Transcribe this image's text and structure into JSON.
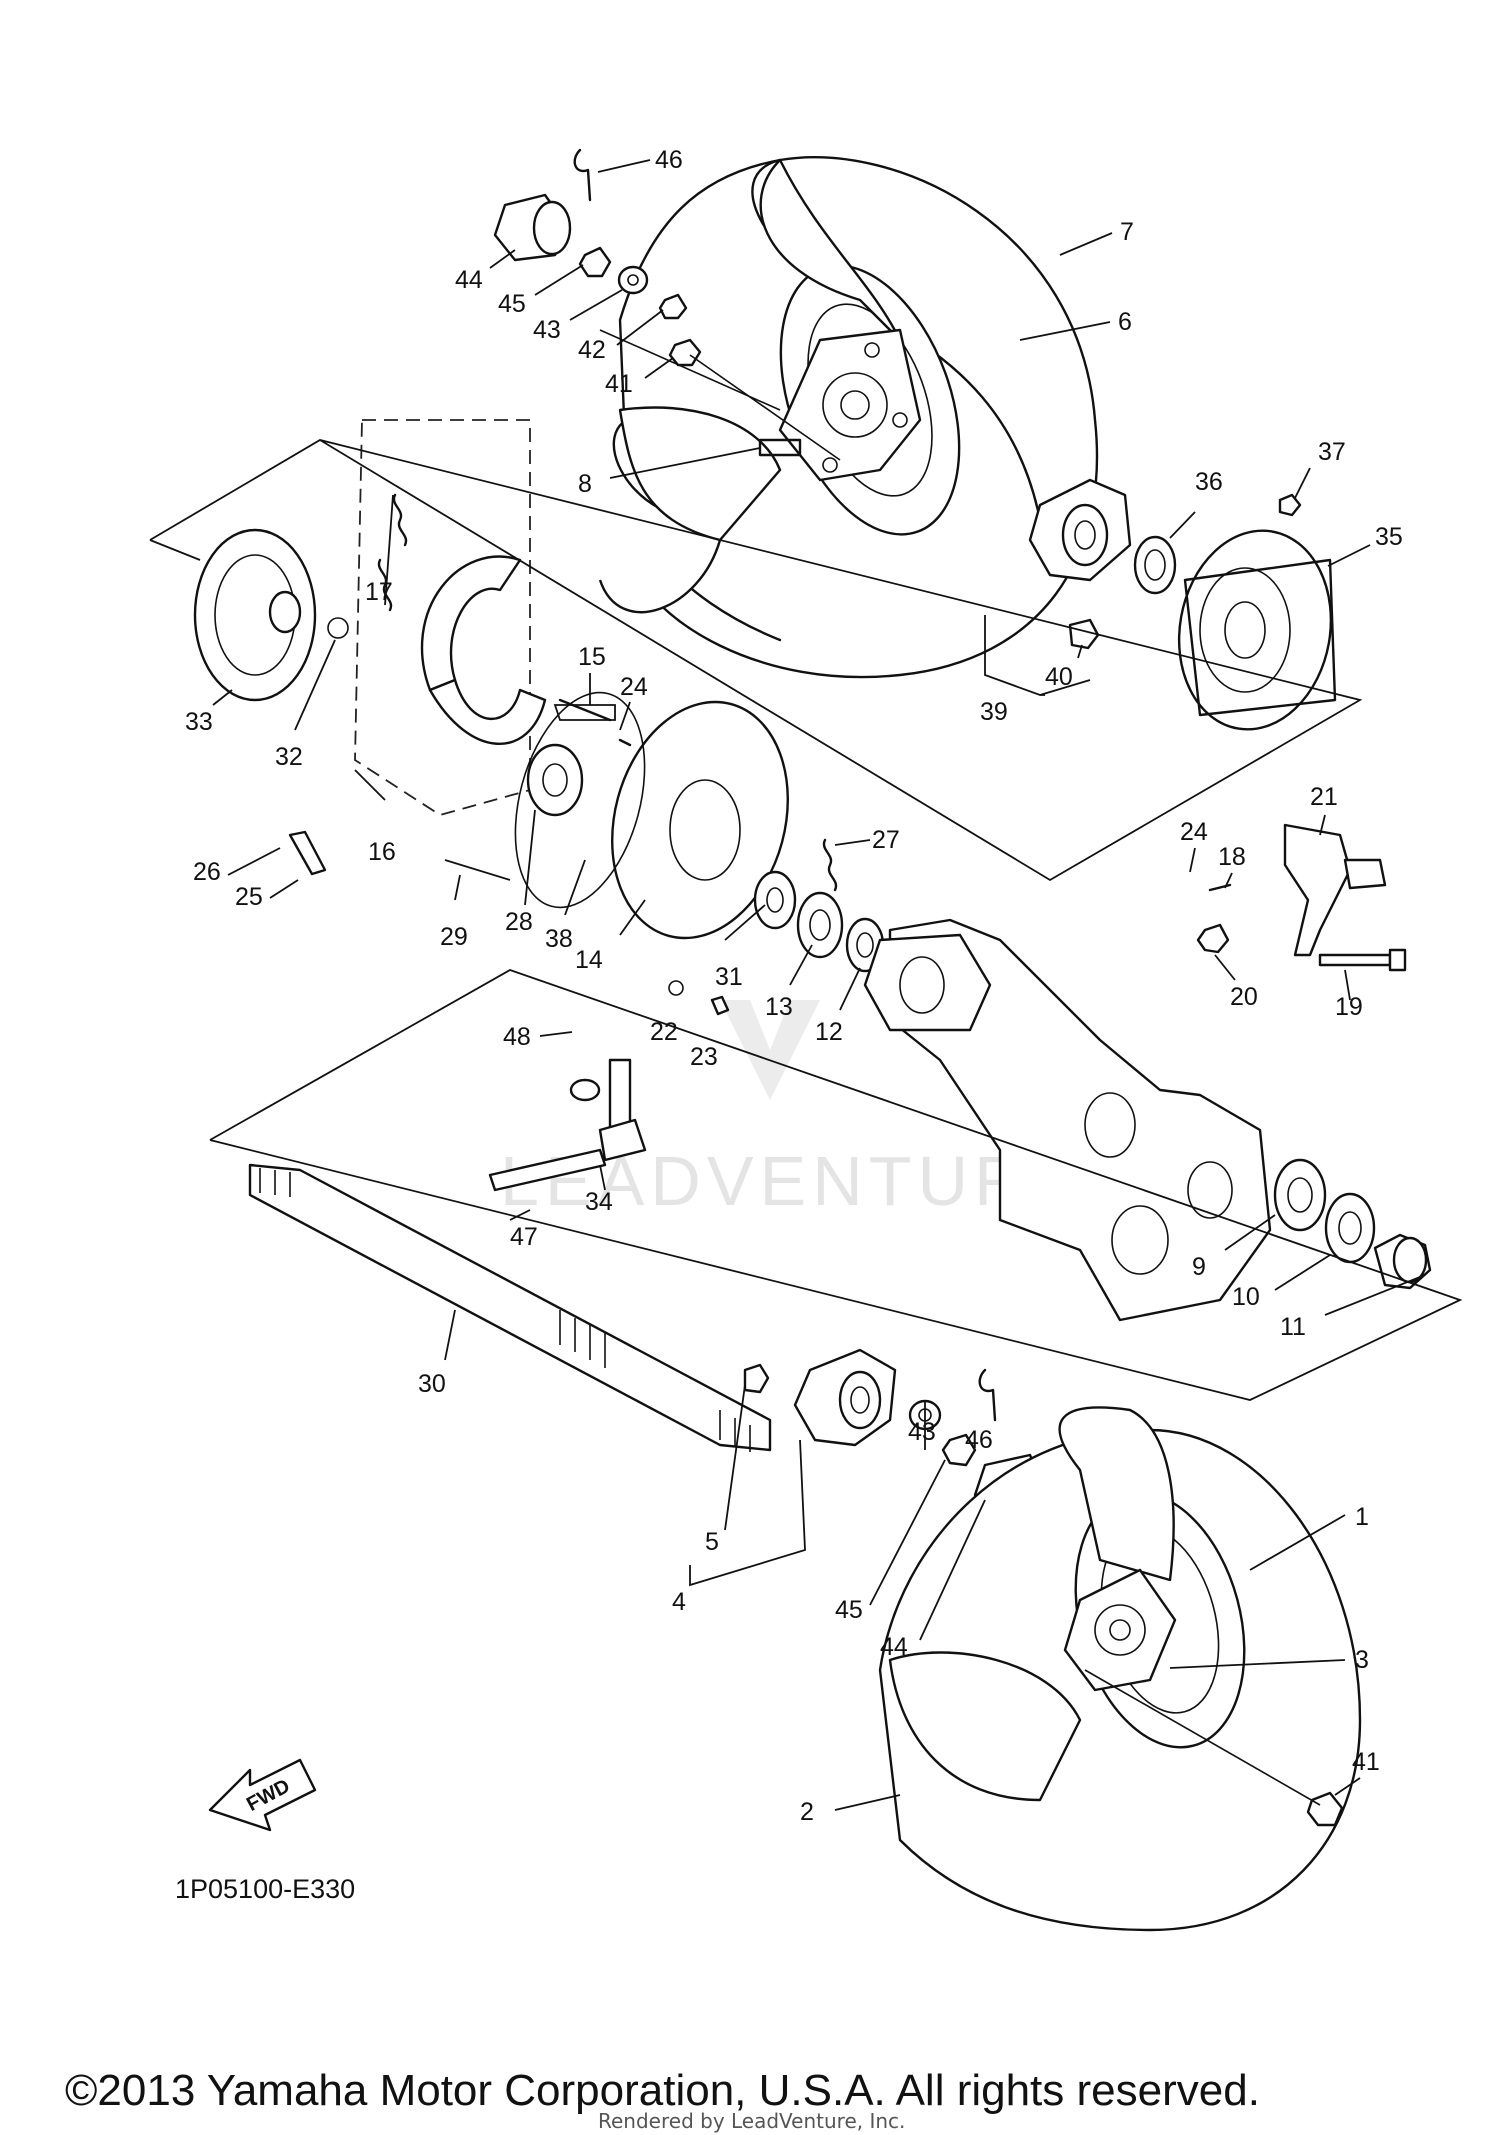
{
  "diagram": {
    "code": "1P05100-E330",
    "direction_label": "FWD",
    "watermark": "LEADVENTURE",
    "copyright": "©2013 Yamaha Motor Corporation, U.S.A. All rights reserved.",
    "rendered_by": "Rendered by LeadVenture, Inc."
  },
  "callouts": {
    "c1": "1",
    "c2": "2",
    "c3": "3",
    "c4": "4",
    "c5": "5",
    "c6": "6",
    "c7": "7",
    "c8": "8",
    "c9": "9",
    "c10": "10",
    "c11": "11",
    "c12": "12",
    "c13": "13",
    "c14": "14",
    "c15": "15",
    "c16": "16",
    "c17": "17",
    "c18": "18",
    "c19": "19",
    "c20": "20",
    "c21": "21",
    "c22": "22",
    "c23": "23",
    "c24a": "24",
    "c24b": "24",
    "c25": "25",
    "c26": "26",
    "c27": "27",
    "c28": "28",
    "c29": "29",
    "c30": "30",
    "c31": "31",
    "c32": "32",
    "c33": "33",
    "c34": "34",
    "c35": "35",
    "c36": "36",
    "c37": "37",
    "c38": "38",
    "c39": "39",
    "c40": "40",
    "c41a": "41",
    "c41b": "41",
    "c42": "42",
    "c43a": "43",
    "c43b": "43",
    "c44a": "44",
    "c44b": "44",
    "c45a": "45",
    "c45b": "45",
    "c46a": "46",
    "c46b": "46",
    "c47": "47",
    "c48": "48"
  }
}
